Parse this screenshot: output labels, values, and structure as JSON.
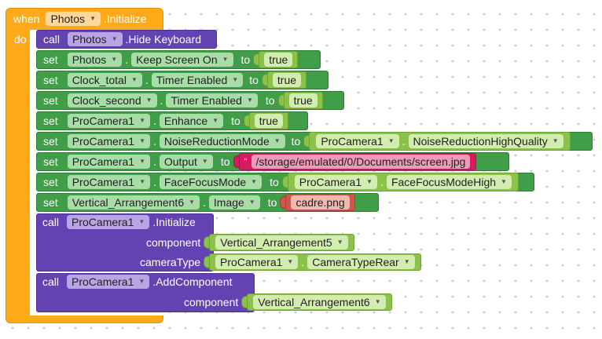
{
  "event": {
    "when": "when",
    "component": "Photos",
    "event_name": ".Initialize",
    "do": "do"
  },
  "blocks": {
    "hide_kb": {
      "call": "call",
      "component": "Photos",
      "method": ".Hide Keyboard"
    },
    "set1": {
      "set": "set",
      "component": "Photos",
      "dot": ".",
      "prop": "Keep Screen On",
      "to": "to",
      "value": "true"
    },
    "set2": {
      "set": "set",
      "component": "Clock_total",
      "dot": ".",
      "prop": "Timer Enabled",
      "to": "to",
      "value": "true"
    },
    "set3": {
      "set": "set",
      "component": "Clock_second",
      "dot": ".",
      "prop": "Timer Enabled",
      "to": "to",
      "value": "true"
    },
    "set4": {
      "set": "set",
      "component": "ProCamera1",
      "dot": ".",
      "prop": "Enhance",
      "to": "to",
      "value": "true"
    },
    "set5": {
      "set": "set",
      "component": "ProCamera1",
      "dot": ".",
      "prop": "NoiseReductionMode",
      "to": "to",
      "value_component": "ProCamera1",
      "value_prop": "NoiseReductionHighQuality"
    },
    "set6": {
      "set": "set",
      "component": "ProCamera1",
      "dot": ".",
      "prop": "Output",
      "to": "to",
      "quote": "“",
      "value": "/storage/emulated/0/Documents/screen.jpg"
    },
    "set7": {
      "set": "set",
      "component": "ProCamera1",
      "dot": ".",
      "prop": "FaceFocusMode",
      "to": "to",
      "value_component": "ProCamera1",
      "value_prop": "FaceFocusModeHigh"
    },
    "set8": {
      "set": "set",
      "component": "Vertical_Arrangement6",
      "dot": ".",
      "prop": "Image",
      "to": "to",
      "value": "cadre.png"
    },
    "init_call": {
      "call": "call",
      "component": "ProCamera1",
      "method": ".Initialize",
      "param1_label": "component",
      "param1_value": "Vertical_Arrangement5",
      "param2_label": "cameraType",
      "param2_component": "ProCamera1",
      "param2_value": "CameraTypeRear"
    },
    "add_call": {
      "call": "call",
      "component": "ProCamera1",
      "method": ".AddComponent",
      "param_label": "component",
      "param_value": "Vertical_Arrangement6"
    }
  },
  "colors": {
    "event": "#FFAB19",
    "setter": "#3F9E47",
    "call": "#6343B2",
    "logic": "#8BC34A",
    "text": "#D81B60"
  }
}
